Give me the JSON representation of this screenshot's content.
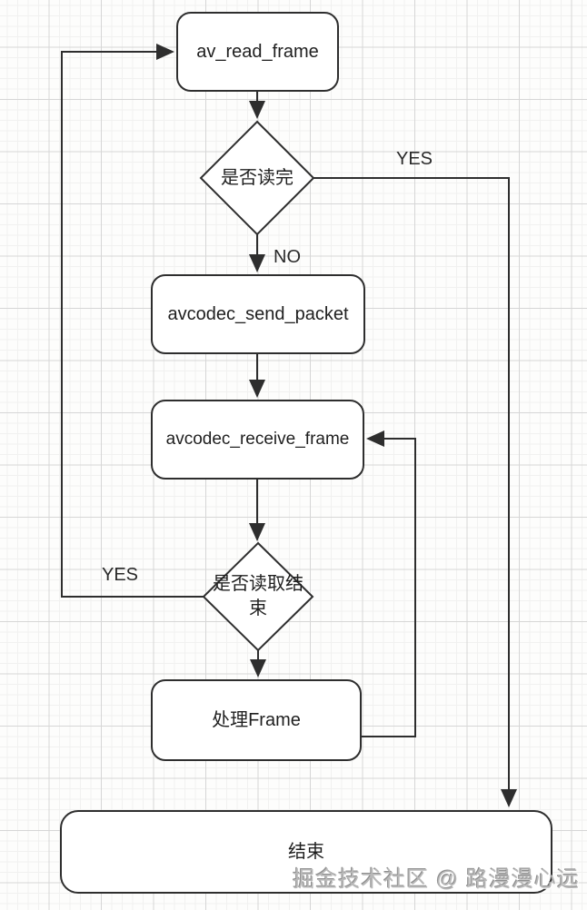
{
  "diagram": {
    "nodes": [
      {
        "id": "av-read-frame",
        "type": "process",
        "label": "av_read_frame"
      },
      {
        "id": "is-read-done",
        "type": "decision",
        "label": "是否读完"
      },
      {
        "id": "avcodec-send-packet",
        "type": "process",
        "label": "avcodec_send_packet"
      },
      {
        "id": "avcodec-receive-frame",
        "type": "process",
        "label": "avcodec_receive_frame"
      },
      {
        "id": "is-read-finished",
        "type": "decision",
        "label": "是否读取结束"
      },
      {
        "id": "process-frame",
        "type": "process",
        "label": "处理Frame"
      },
      {
        "id": "end",
        "type": "terminator",
        "label": "结束"
      }
    ],
    "edges": [
      {
        "from": "av-read-frame",
        "to": "is-read-done",
        "label": ""
      },
      {
        "from": "is-read-done",
        "to": "end",
        "label": "YES"
      },
      {
        "from": "is-read-done",
        "to": "avcodec-send-packet",
        "label": "NO"
      },
      {
        "from": "avcodec-send-packet",
        "to": "avcodec-receive-frame",
        "label": ""
      },
      {
        "from": "avcodec-receive-frame",
        "to": "is-read-finished",
        "label": ""
      },
      {
        "from": "is-read-finished",
        "to": "av-read-frame",
        "label": "YES"
      },
      {
        "from": "is-read-finished",
        "to": "process-frame",
        "label": ""
      },
      {
        "from": "process-frame",
        "to": "avcodec-receive-frame",
        "label": ""
      }
    ],
    "watermark": "掘金技术社区 @ 路漫漫心远"
  },
  "colors": {
    "line": "#2e2e2e",
    "node_fill": "#ffffff",
    "text": "#1f1f1f",
    "grid_major": "#d6d6d6",
    "grid_minor": "#f1f1f0",
    "watermark": "#b0b0b0",
    "background": "#fdfdfc"
  }
}
